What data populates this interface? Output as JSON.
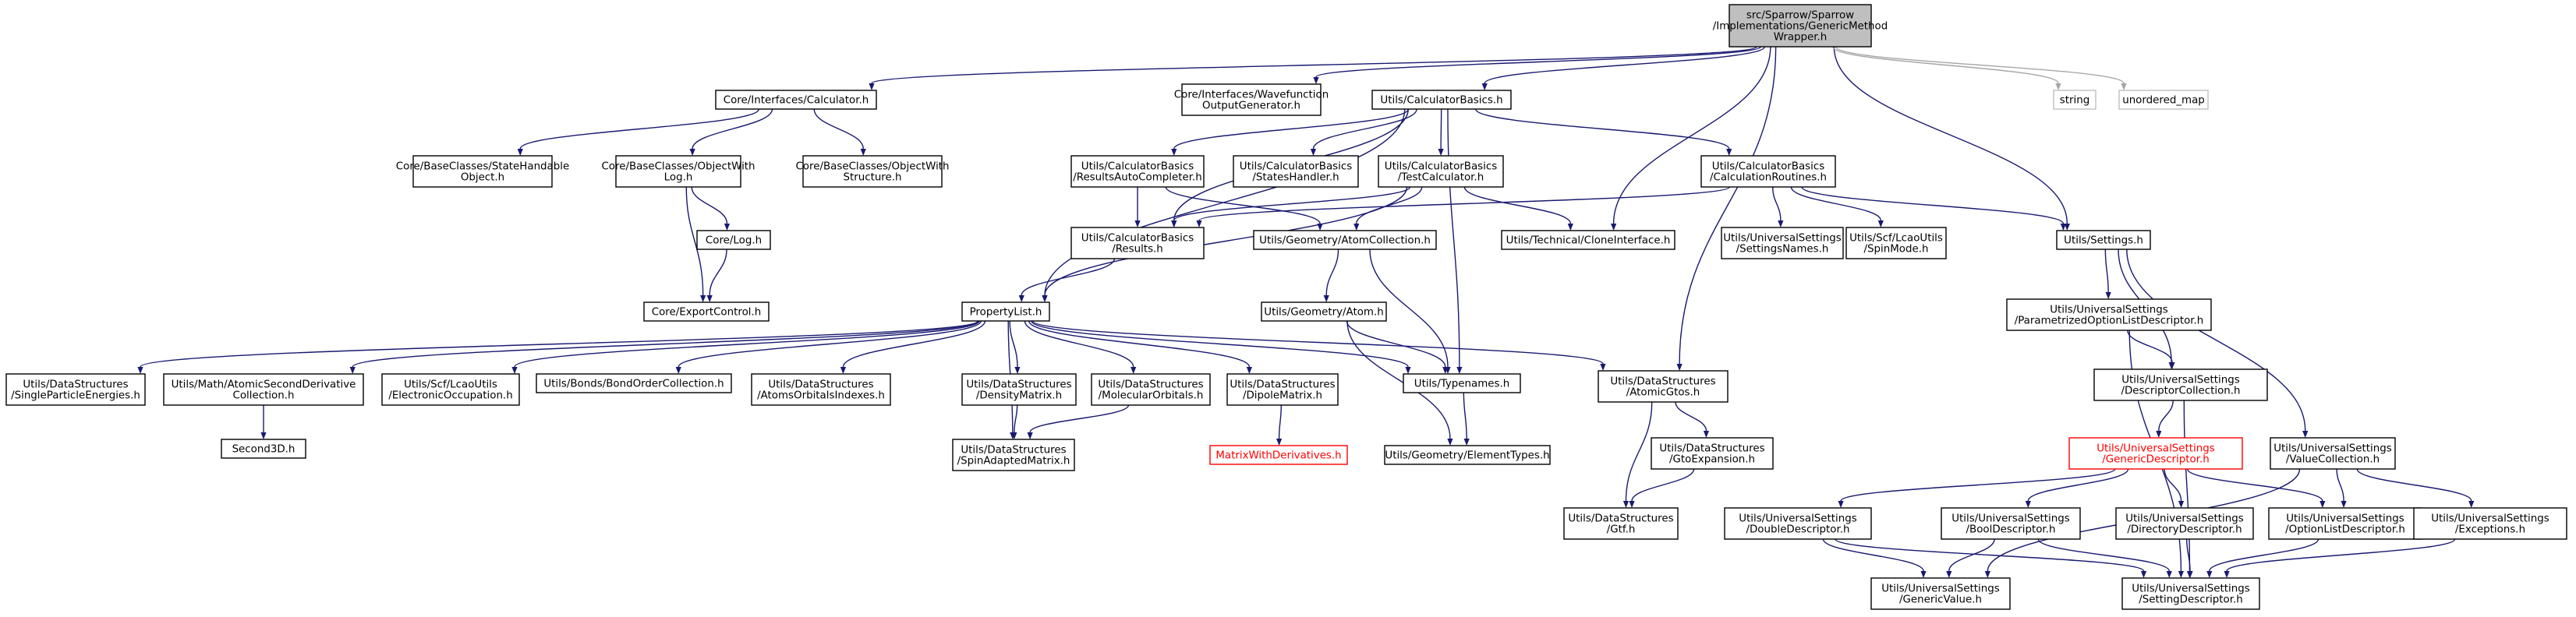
{
  "diagram": {
    "root": "gmw",
    "nodes": [
      {
        "id": "gmw",
        "lines": [
          "src/Sparrow/Sparrow",
          "/Implementations/GenericMethod",
          "Wrapper.h"
        ],
        "kind": "root"
      },
      {
        "id": "calc",
        "lines": [
          "Core/Interfaces/Calculator.h"
        ]
      },
      {
        "id": "wfo",
        "lines": [
          "Core/Interfaces/Wavefunction",
          "OutputGenerator.h"
        ]
      },
      {
        "id": "cb",
        "lines": [
          "Utils/CalculatorBasics.h"
        ]
      },
      {
        "id": "string",
        "lines": [
          "string"
        ],
        "kind": "sys"
      },
      {
        "id": "umap",
        "lines": [
          "unordered_map"
        ],
        "kind": "sys"
      },
      {
        "id": "shobj",
        "lines": [
          "Core/BaseClasses/StateHandable",
          "Object.h"
        ]
      },
      {
        "id": "owlog",
        "lines": [
          "Core/BaseClasses/ObjectWith",
          "Log.h"
        ]
      },
      {
        "id": "owstr",
        "lines": [
          "Core/BaseClasses/ObjectWith",
          "Structure.h"
        ]
      },
      {
        "id": "log",
        "lines": [
          "Core/Log.h"
        ]
      },
      {
        "id": "export",
        "lines": [
          "Core/ExportControl.h"
        ]
      },
      {
        "id": "rac",
        "lines": [
          "Utils/CalculatorBasics",
          "/ResultsAutoCompleter.h"
        ]
      },
      {
        "id": "states",
        "lines": [
          "Utils/CalculatorBasics",
          "/StatesHandler.h"
        ]
      },
      {
        "id": "testcalc",
        "lines": [
          "Utils/CalculatorBasics",
          "/TestCalculator.h"
        ]
      },
      {
        "id": "calcrout",
        "lines": [
          "Utils/CalculatorBasics",
          "/CalculationRoutines.h"
        ]
      },
      {
        "id": "results",
        "lines": [
          "Utils/CalculatorBasics",
          "/Results.h"
        ]
      },
      {
        "id": "atomcoll",
        "lines": [
          "Utils/Geometry/AtomCollection.h"
        ]
      },
      {
        "id": "clone",
        "lines": [
          "Utils/Technical/CloneInterface.h"
        ]
      },
      {
        "id": "setnames",
        "lines": [
          "Utils/UniversalSettings",
          "/SettingsNames.h"
        ]
      },
      {
        "id": "spinmode",
        "lines": [
          "Utils/Scf/LcaoUtils",
          "/SpinMode.h"
        ]
      },
      {
        "id": "settings",
        "lines": [
          "Utils/Settings.h"
        ]
      },
      {
        "id": "proplist",
        "lines": [
          "PropertyList.h"
        ]
      },
      {
        "id": "atom",
        "lines": [
          "Utils/Geometry/Atom.h"
        ]
      },
      {
        "id": "pold",
        "lines": [
          "Utils/UniversalSettings",
          "/ParametrizedOptionListDescriptor.h"
        ]
      },
      {
        "id": "spe",
        "lines": [
          "Utils/DataStructures",
          "/SingleParticleEnergies.h"
        ]
      },
      {
        "id": "asd",
        "lines": [
          "Utils/Math/AtomicSecondDerivative",
          "Collection.h"
        ]
      },
      {
        "id": "eocc",
        "lines": [
          "Utils/Scf/LcaoUtils",
          "/ElectronicOccupation.h"
        ]
      },
      {
        "id": "boc",
        "lines": [
          "Utils/Bonds/BondOrderCollection.h"
        ]
      },
      {
        "id": "aoi",
        "lines": [
          "Utils/DataStructures",
          "/AtomsOrbitalsIndexes.h"
        ]
      },
      {
        "id": "dm",
        "lines": [
          "Utils/DataStructures",
          "/DensityMatrix.h"
        ]
      },
      {
        "id": "mo",
        "lines": [
          "Utils/DataStructures",
          "/MolecularOrbitals.h"
        ]
      },
      {
        "id": "dip",
        "lines": [
          "Utils/DataStructures",
          "/DipoleMatrix.h"
        ]
      },
      {
        "id": "typenames",
        "lines": [
          "Utils/Typenames.h"
        ]
      },
      {
        "id": "agtos",
        "lines": [
          "Utils/DataStructures",
          "/AtomicGtos.h"
        ]
      },
      {
        "id": "dcoll",
        "lines": [
          "Utils/UniversalSettings",
          "/DescriptorCollection.h"
        ]
      },
      {
        "id": "s3d",
        "lines": [
          "Second3D.h"
        ]
      },
      {
        "id": "mwd",
        "lines": [
          "MatrixWithDerivatives.h"
        ],
        "kind": "trunc"
      },
      {
        "id": "sam",
        "lines": [
          "Utils/DataStructures",
          "/SpinAdaptedMatrix.h"
        ]
      },
      {
        "id": "etypes",
        "lines": [
          "Utils/Geometry/ElementTypes.h"
        ]
      },
      {
        "id": "gtoexp",
        "lines": [
          "Utils/DataStructures",
          "/GtoExpansion.h"
        ]
      },
      {
        "id": "gendesc",
        "lines": [
          "Utils/UniversalSettings",
          "/GenericDescriptor.h"
        ],
        "kind": "trunc"
      },
      {
        "id": "vcoll",
        "lines": [
          "Utils/UniversalSettings",
          "/ValueCollection.h"
        ]
      },
      {
        "id": "gtf",
        "lines": [
          "Utils/DataStructures",
          "/Gtf.h"
        ]
      },
      {
        "id": "dbld",
        "lines": [
          "Utils/UniversalSettings",
          "/DoubleDescriptor.h"
        ]
      },
      {
        "id": "boold",
        "lines": [
          "Utils/UniversalSettings",
          "/BoolDescriptor.h"
        ]
      },
      {
        "id": "dird",
        "lines": [
          "Utils/UniversalSettings",
          "/DirectoryDescriptor.h"
        ]
      },
      {
        "id": "optd",
        "lines": [
          "Utils/UniversalSettings",
          "/OptionListDescriptor.h"
        ]
      },
      {
        "id": "exc",
        "lines": [
          "Utils/UniversalSettings",
          "/Exceptions.h"
        ]
      },
      {
        "id": "genval",
        "lines": [
          "Utils/UniversalSettings",
          "/GenericValue.h"
        ]
      },
      {
        "id": "setdesc",
        "lines": [
          "Utils/UniversalSettings",
          "/SettingDescriptor.h"
        ]
      }
    ],
    "edges": [
      [
        "gmw",
        "calc"
      ],
      [
        "gmw",
        "wfo"
      ],
      [
        "gmw",
        "cb"
      ],
      [
        "gmw",
        "clone"
      ],
      [
        "gmw",
        "agtos"
      ],
      [
        "gmw",
        "settings"
      ],
      [
        "gmw",
        "string"
      ],
      [
        "gmw",
        "umap"
      ],
      [
        "calc",
        "shobj"
      ],
      [
        "calc",
        "owlog"
      ],
      [
        "calc",
        "owstr"
      ],
      [
        "owlog",
        "log"
      ],
      [
        "owlog",
        "export"
      ],
      [
        "log",
        "export"
      ],
      [
        "cb",
        "rac"
      ],
      [
        "cb",
        "states"
      ],
      [
        "cb",
        "testcalc"
      ],
      [
        "cb",
        "calcrout"
      ],
      [
        "cb",
        "results"
      ],
      [
        "cb",
        "proplist"
      ],
      [
        "cb",
        "typenames"
      ],
      [
        "rac",
        "results"
      ],
      [
        "rac",
        "atomcoll"
      ],
      [
        "testcalc",
        "results"
      ],
      [
        "testcalc",
        "atomcoll"
      ],
      [
        "testcalc",
        "clone"
      ],
      [
        "testcalc",
        "proplist"
      ],
      [
        "calcrout",
        "results"
      ],
      [
        "calcrout",
        "setnames"
      ],
      [
        "calcrout",
        "spinmode"
      ],
      [
        "calcrout",
        "settings"
      ],
      [
        "results",
        "proplist"
      ],
      [
        "atomcoll",
        "atom"
      ],
      [
        "atomcoll",
        "typenames"
      ],
      [
        "atom",
        "typenames"
      ],
      [
        "atom",
        "etypes"
      ],
      [
        "typenames",
        "etypes"
      ],
      [
        "proplist",
        "spe"
      ],
      [
        "proplist",
        "asd"
      ],
      [
        "proplist",
        "eocc"
      ],
      [
        "proplist",
        "boc"
      ],
      [
        "proplist",
        "aoi"
      ],
      [
        "proplist",
        "dm"
      ],
      [
        "proplist",
        "mo"
      ],
      [
        "proplist",
        "dip"
      ],
      [
        "proplist",
        "typenames"
      ],
      [
        "proplist",
        "agtos"
      ],
      [
        "proplist",
        "sam"
      ],
      [
        "asd",
        "s3d"
      ],
      [
        "dm",
        "sam"
      ],
      [
        "mo",
        "sam"
      ],
      [
        "dip",
        "mwd"
      ],
      [
        "agtos",
        "gtoexp"
      ],
      [
        "agtos",
        "gtf"
      ],
      [
        "gtoexp",
        "gtf"
      ],
      [
        "settings",
        "pold"
      ],
      [
        "settings",
        "dcoll"
      ],
      [
        "settings",
        "vcoll"
      ],
      [
        "pold",
        "dcoll"
      ],
      [
        "pold",
        "setdesc"
      ],
      [
        "dcoll",
        "gendesc"
      ],
      [
        "dcoll",
        "setdesc"
      ],
      [
        "gendesc",
        "dbld"
      ],
      [
        "gendesc",
        "boold"
      ],
      [
        "gendesc",
        "dird"
      ],
      [
        "gendesc",
        "optd"
      ],
      [
        "vcoll",
        "optd"
      ],
      [
        "vcoll",
        "exc"
      ],
      [
        "vcoll",
        "genval"
      ],
      [
        "dbld",
        "genval"
      ],
      [
        "dbld",
        "setdesc"
      ],
      [
        "boold",
        "genval"
      ],
      [
        "boold",
        "setdesc"
      ],
      [
        "dird",
        "setdesc"
      ],
      [
        "optd",
        "setdesc"
      ],
      [
        "exc",
        "setdesc"
      ]
    ]
  }
}
